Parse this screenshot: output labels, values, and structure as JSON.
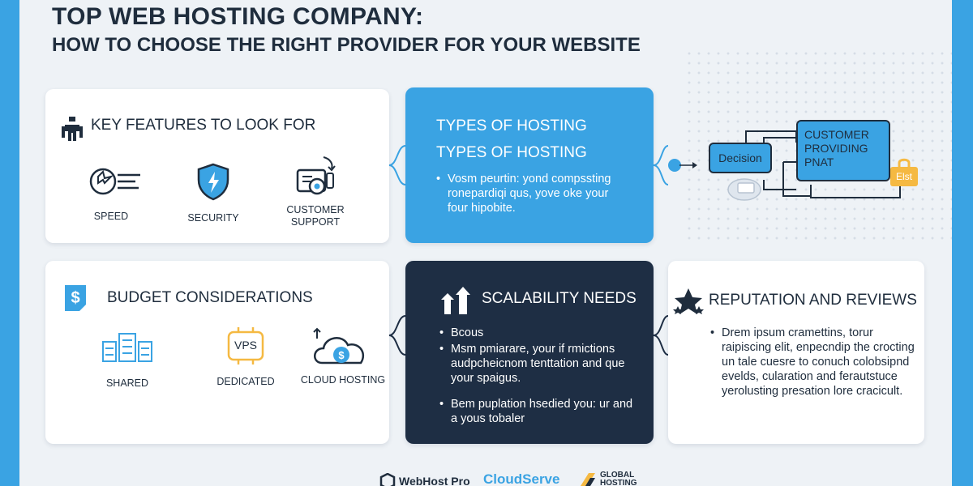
{
  "header": {
    "title": "TOP WEB HOSTING COMPANY:",
    "subtitle": "HOW TO CHOOSE THE RIGHT PROVIDER FOR YOUR WEBSITE"
  },
  "key_features": {
    "title": "KEY FEATURES TO LOOK FOR",
    "items": [
      {
        "label": "SPEED",
        "icon": "speed-icon"
      },
      {
        "label": "SECURITY",
        "icon": "shield-icon"
      },
      {
        "label": "CUSTOMER\nSUPPORT",
        "icon": "support-gear-icon"
      }
    ]
  },
  "types_of_hosting": {
    "title1": "TYPES OF HOSTING",
    "title2": "TYPES OF HOSTING",
    "bullet": "Vosm peurtin: yond compssting ronepardiqi qus, yove oke your four hipobite."
  },
  "decision_diagram": {
    "decision_label": "Decision",
    "customer_label": "CUSTOMER PROVIDING PNAT",
    "lock_label": "Elst"
  },
  "budget": {
    "title": "BUDGET CONSIDERATIONS",
    "items": [
      {
        "label": "SHARED",
        "icon": "server-icon"
      },
      {
        "label": "DEDICATED",
        "icon": "vps-chip-icon",
        "badge": "VPS"
      },
      {
        "label": "CLOUD HOSTING",
        "icon": "cloud-dollar-icon"
      }
    ]
  },
  "scalability": {
    "title": "SCALABILITY NEEDS",
    "bullets": [
      "Bcous",
      "Msm pmiarare, your if rmictions audpcheicnom tenttation and que your spaigus.",
      "Bem puplation hsedied you: ur and a yous tobaler"
    ]
  },
  "reputation": {
    "title": "REPUTATION AND REVIEWS",
    "bullet": "Drem ipsum cramettins, torur raipiscing elit, enpecndip the crocting un tale cuesre to conuch colobsipnd evelds, cularation and ferautstuce yerolusting presation lore cracicult."
  },
  "footer": {
    "logos": [
      "WebHost Pro",
      "CloudServe",
      "GLOBAL HOSTING"
    ]
  },
  "colors": {
    "accent_blue": "#3aa3e3",
    "dark_navy": "#1e2e44",
    "text_dark": "#1f2d3d",
    "lock_amber": "#f5b942"
  }
}
